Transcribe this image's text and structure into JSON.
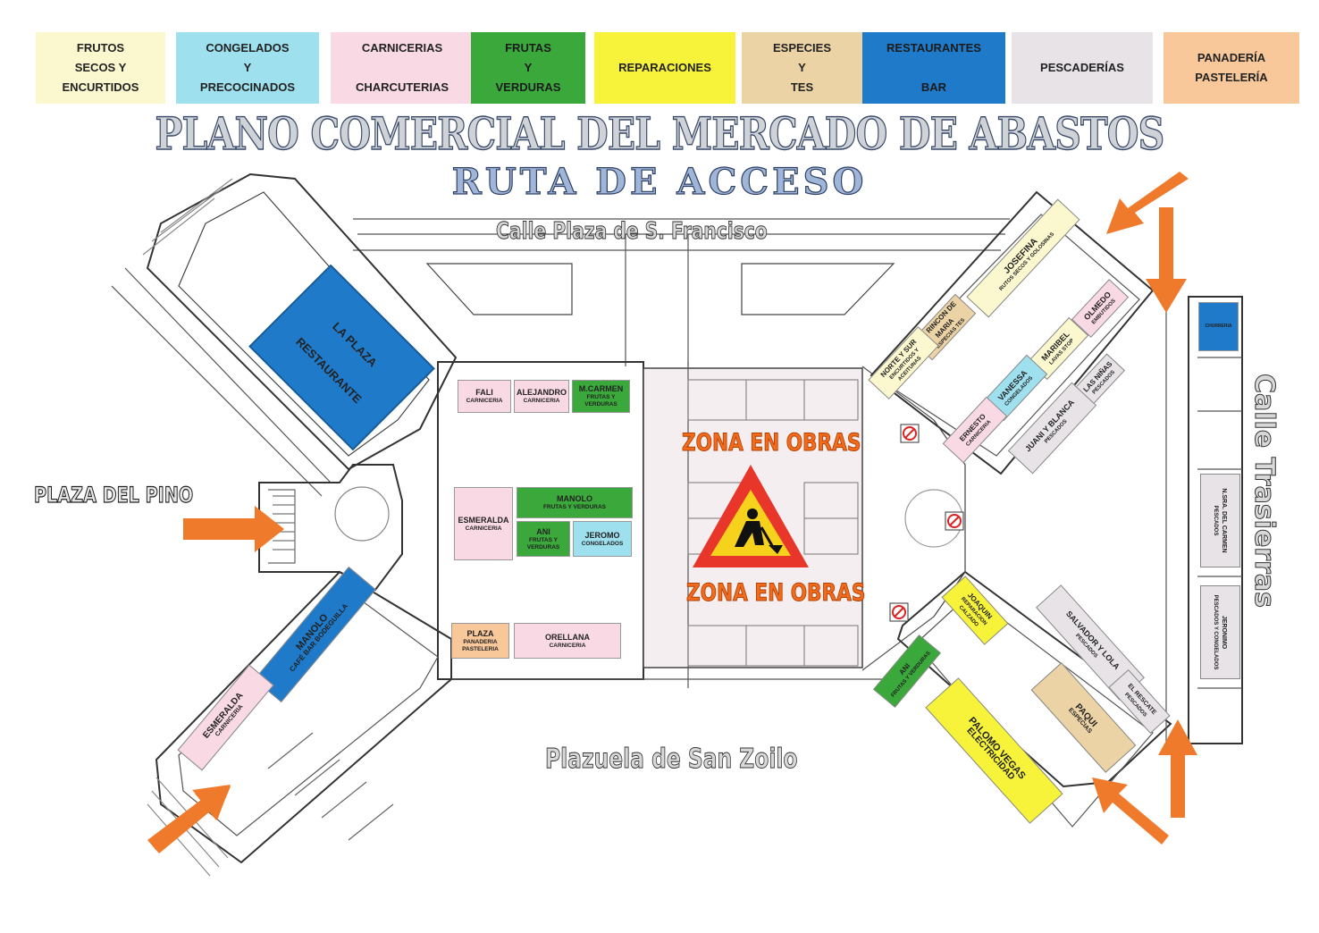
{
  "legend": [
    {
      "lines": [
        "FRUTOS",
        "SECOS Y",
        "ENCURTIDOS"
      ],
      "color": "#fbf8cf"
    },
    {
      "lines": [
        "CONGELADOS",
        "Y",
        "PRECOCINADOS"
      ],
      "color": "#9fe0ef"
    },
    {
      "lines": [
        "CARNICERIAS",
        "",
        "CHARCUTERIAS"
      ],
      "color": "#f8d9e4"
    },
    {
      "lines": [
        "FRUTAS",
        "Y",
        "VERDURAS"
      ],
      "color": "#3aa83a"
    },
    {
      "lines": [
        "REPARACIONES"
      ],
      "color": "#f6f33a"
    },
    {
      "lines": [
        "ESPECIES",
        "Y",
        "TES"
      ],
      "color": "#ebd3a6"
    },
    {
      "lines": [
        "RESTAURANTES",
        "",
        "BAR"
      ],
      "color": "#1f7ac9"
    },
    {
      "lines": [
        "PESCADERÍAS"
      ],
      "color": "#e7e3e7"
    },
    {
      "lines": [
        "PANADERÍA",
        "PASTELERÍA"
      ],
      "color": "#f8c79a"
    }
  ],
  "title": "PLANO COMERCIAL DEL MERCADO DE ABASTOS",
  "subtitle": "RUTA DE ACCESO",
  "streets": {
    "top": "Calle Plaza de S. Francisco",
    "bottom": "Plazuela de San Zoilo",
    "right": "Calle Trasierras",
    "left": "PLAZA DEL PINO"
  },
  "works_label": "ZONA EN OBRAS",
  "restaurant": {
    "name": "LA PLAZA",
    "cat": "RESTAURANTE"
  },
  "stalls_center": [
    {
      "name": "FALI",
      "cat": "CARNICERIA",
      "type": "carne"
    },
    {
      "name": "ALEJANDRO",
      "cat": "CARNICERIA",
      "type": "carne"
    },
    {
      "name": "M.CARMEN",
      "cat": "FRUTAS Y VERDURAS",
      "type": "fruta"
    },
    {
      "name": "ESMERALDA",
      "cat": "CARNICERIA",
      "type": "carne"
    },
    {
      "name": "MANOLO",
      "cat": "FRUTAS Y VERDURAS",
      "type": "fruta"
    },
    {
      "name": "ANI",
      "cat": "FRUTAS Y VERDURAS",
      "type": "fruta"
    },
    {
      "name": "JEROMO",
      "cat": "CONGELADOS",
      "type": "cong"
    },
    {
      "name": "PLAZA",
      "cat": "PANADERIA PASTELERIA",
      "type": "pan"
    },
    {
      "name": "ORELLANA",
      "cat": "CARNICERIA",
      "type": "carne"
    }
  ],
  "stalls_left_wing": [
    {
      "name": "MANOLO",
      "cat": "CAFÉ BAR BODEGUILLA",
      "type": "rest"
    },
    {
      "name": "ESMERALDA",
      "cat": "CARNICERIA",
      "type": "carne"
    }
  ],
  "stalls_upper_right": [
    {
      "name": "JOSEFINA",
      "cat": "RUTOS SECOS Y GOLOSINAS",
      "type": "frutos"
    },
    {
      "name": "EL RINCON DE MARIA",
      "cat": "ESPECIAS TES",
      "type": "esp"
    },
    {
      "name": "NORTE Y SUR",
      "cat": "ENCURTIDOS Y ACEITUNAS",
      "type": "frutos"
    },
    {
      "name": "OLMEDO",
      "cat": "EMBUTIDOS",
      "type": "carne"
    },
    {
      "name": "MARIBEL",
      "cat": "LAVAS STOP",
      "type": "frutos"
    },
    {
      "name": "VANESSA",
      "cat": "CONGELADOS",
      "type": "cong"
    },
    {
      "name": "LAS NIÑAS",
      "cat": "PESCADOS",
      "type": "pesc"
    },
    {
      "name": "ERNESTO",
      "cat": "CARNICERIA",
      "type": "carne"
    },
    {
      "name": "JUANI Y BLANCA",
      "cat": "PESCADOS",
      "type": "pesc"
    }
  ],
  "stalls_lower_right": [
    {
      "name": "JOAQUIN",
      "cat": "REPARACION CALZADO",
      "type": "rep"
    },
    {
      "name": "SALVADOR Y LOLA",
      "cat": "PESCADOS",
      "type": "pesc"
    },
    {
      "name": "ANI",
      "cat": "FRUTAS Y VERDURAS",
      "type": "fruta"
    },
    {
      "name": "PAQUI",
      "cat": "ESPECIAS",
      "type": "esp"
    },
    {
      "name": "EL RESCATE",
      "cat": "PESCADOS",
      "type": "pesc"
    },
    {
      "name": "PALOMO VEGAS",
      "cat": "ELECTRICIDAD",
      "type": "rep"
    }
  ],
  "stalls_trasierras": [
    {
      "name": "CHURRERIA",
      "type": "rest"
    },
    {
      "name": "N.SRA. DEL CARMEN",
      "cat": "PESCADOS",
      "type": "pesc"
    },
    {
      "name": "JERONIMO",
      "cat": "PESCADOS Y CONGELADOS",
      "type": "pesc"
    }
  ],
  "colors": {
    "carne": "#f8d9e4",
    "fruta": "#3aa83a",
    "cong": "#9fe0ef",
    "pan": "#f8c79a",
    "rest": "#1f7ac9",
    "frutos": "#fbf8cf",
    "esp": "#ebd3a6",
    "pesc": "#e7e3e7",
    "rep": "#f6f33a",
    "arrow": "#f07a2c",
    "works_red": "#e8362b",
    "works_yellow": "#f6d21c"
  }
}
